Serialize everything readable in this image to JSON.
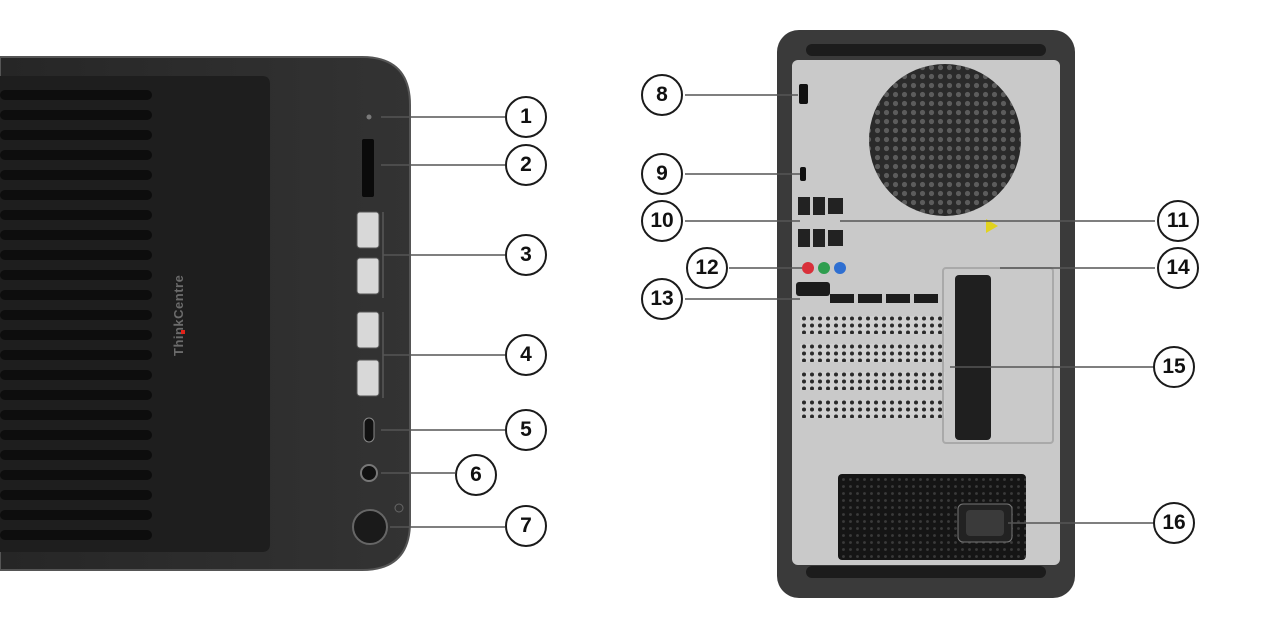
{
  "brand": {
    "logo_text": "ThinkCentre"
  },
  "front_callouts": [
    "1",
    "2",
    "3",
    "4",
    "5",
    "6",
    "7"
  ],
  "rear_callouts": [
    "8",
    "9",
    "10",
    "11",
    "12",
    "13",
    "14",
    "15",
    "16"
  ],
  "colors": {
    "chassis_dark": "#2e2e2e",
    "chassis_frame": "#3a3a3a",
    "rear_panel": "#c9c9c9",
    "psu_mesh": "#1b1b1b",
    "brand_red": "#e2231a",
    "audio_red": "#d9303a",
    "audio_green": "#2f9e4f",
    "audio_blue": "#2f6fd1",
    "callout_stroke": "#1a1a1a"
  }
}
